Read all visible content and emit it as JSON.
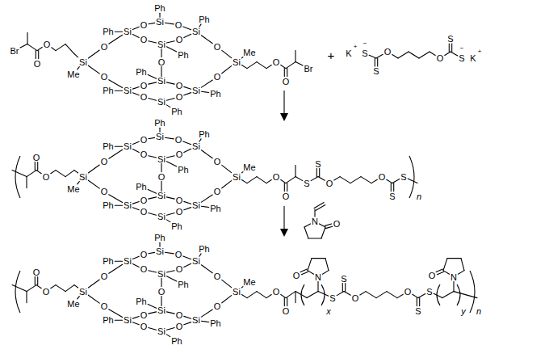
{
  "diagram": {
    "labels": [
      "Si",
      "Ph",
      "Si",
      "Ph",
      "Si",
      "Ph",
      "Si",
      "Ph",
      "O",
      "O",
      "O",
      "O",
      "Si",
      "Me",
      "O",
      "O",
      "Si",
      "Me",
      "O",
      "O",
      "O",
      "Si",
      "Ph",
      "Si",
      "Ph",
      "Si",
      "Ph",
      "Si",
      "Ph",
      "O",
      "O",
      "O",
      "O",
      "O",
      "O",
      "Br",
      "O",
      "O",
      "Br",
      "+",
      "K",
      "+",
      "S",
      "−",
      "S",
      "O",
      "O",
      "S",
      "S",
      "−",
      "K",
      "+",
      "Si",
      "Ph",
      "Si",
      "Ph",
      "Si",
      "Ph",
      "Si",
      "Ph",
      "O",
      "O",
      "O",
      "O",
      "Si",
      "Me",
      "O",
      "O",
      "Si",
      "Me",
      "O",
      "O",
      "O",
      "Si",
      "Ph",
      "Si",
      "Ph",
      "Si",
      "Ph",
      "Si",
      "Ph",
      "O",
      "O",
      "O",
      "O",
      "O",
      "O",
      "O",
      "O",
      "S",
      "S",
      "O",
      "O",
      "S",
      "S",
      "n",
      "N",
      "O",
      "Si",
      "Ph",
      "Si",
      "Ph",
      "Si",
      "Ph",
      "Si",
      "Ph",
      "O",
      "O",
      "O",
      "O",
      "Si",
      "Me",
      "O",
      "O",
      "Si",
      "Me",
      "O",
      "O",
      "O",
      "Si",
      "Ph",
      "Si",
      "Ph",
      "Si",
      "Ph",
      "Si",
      "Ph",
      "O",
      "O",
      "O",
      "O",
      "O",
      "O",
      "O",
      "O",
      "N",
      "O",
      "x",
      "S",
      "S",
      "O",
      "O",
      "S",
      "S",
      "N",
      "O",
      "y",
      "n"
    ]
  }
}
